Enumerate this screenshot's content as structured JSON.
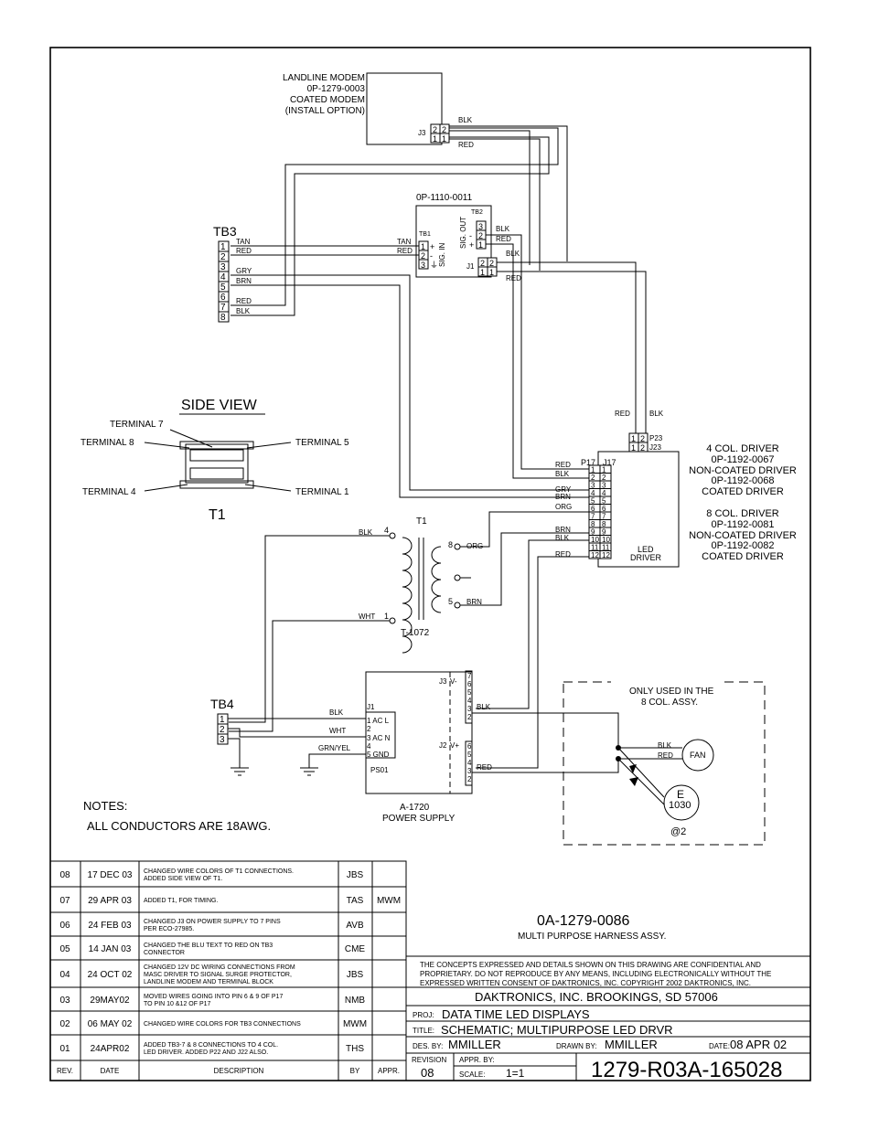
{
  "modem": {
    "lines": [
      "LANDLINE MODEM",
      "0P-1279-0003",
      "COATED MODEM",
      "(INSTALL OPTION)"
    ],
    "connector": "J3",
    "pins": [
      "2",
      "2",
      "1",
      "1"
    ],
    "wires": [
      "BLK",
      "RED"
    ]
  },
  "protector": {
    "part": "0P-1110-0011",
    "tb2": "TB2",
    "tb1": "TB1",
    "sig_out": "SIG. OUT",
    "sig_in": "SIG. IN",
    "j1": "J1",
    "pins": [
      "1",
      "2",
      "3",
      "1",
      "2",
      "3",
      "2",
      "2",
      "1",
      "1"
    ],
    "signs": [
      "+",
      "-",
      "⏚",
      "-",
      "+"
    ],
    "wires": [
      "TAN",
      "RED",
      "BLK",
      "RED",
      "BLK",
      "RED"
    ]
  },
  "tb3": {
    "label": "TB3",
    "pins": [
      "1",
      "2",
      "3",
      "4",
      "5",
      "6",
      "7",
      "8"
    ],
    "wires": [
      "TAN",
      "RED",
      "GRY",
      "BRN",
      "RED",
      "BLK"
    ]
  },
  "side_view": {
    "title": "SIDE VIEW",
    "t7": "TERMINAL 7",
    "t8": "TERMINAL 8",
    "t5": "TERMINAL 5",
    "t4": "TERMINAL 4",
    "t1": "TERMINAL 1",
    "name": "T1"
  },
  "transformer": {
    "name": "T1",
    "part": "T-1072",
    "pins": [
      "4",
      "1",
      "8",
      "5"
    ],
    "wires": [
      "BLK",
      "WHT",
      "ORG",
      "BRN"
    ]
  },
  "driver": {
    "p23_wires": [
      "RED",
      "BLK"
    ],
    "p23": "P23",
    "j23": "J23",
    "p23_pins": [
      "1",
      "2",
      "1",
      "2"
    ],
    "p17": "P17",
    "j17": "J17",
    "pins": [
      "1",
      "2",
      "3",
      "4",
      "5",
      "6",
      "7",
      "8",
      "9",
      "10",
      "11",
      "12"
    ],
    "wires": [
      "RED",
      "BLK",
      "GRY",
      "BRN",
      "ORG",
      "BRN",
      "BLK",
      "RED"
    ],
    "name": [
      "LED",
      "DRIVER"
    ],
    "desc": [
      "4 COL. DRIVER",
      "0P-1192-0067",
      "NON-COATED DRIVER",
      "0P-1192-0068",
      "COATED DRIVER",
      "8 COL. DRIVER",
      "0P-1192-0081",
      "NON-COATED DRIVER",
      "0P-1192-0082",
      "COATED DRIVER"
    ]
  },
  "tb4": {
    "label": "TB4",
    "pins": [
      "1",
      "2",
      "3"
    ],
    "wires": [
      "BLK",
      "WHT",
      "GRN/YEL"
    ]
  },
  "power_supply": {
    "j1": "J1",
    "j1_pins": [
      "1 AC L",
      "2",
      "3 AC N",
      "4",
      "5 GND"
    ],
    "ps": "PS01",
    "j3": "J3",
    "j3_label": "V-",
    "j3_pins": [
      "7",
      "6",
      "5",
      "4",
      "3",
      "2"
    ],
    "j2": "J2",
    "j2_label": "V+",
    "j2_pins": [
      "6",
      "5",
      "4",
      "3",
      "2"
    ],
    "wires": [
      "BLK",
      "RED"
    ],
    "name": "A-1720",
    "desc": "POWER SUPPLY"
  },
  "fan_box": {
    "title": [
      "ONLY USED IN THE",
      "8 COL. ASSY."
    ],
    "wires": [
      "BLK",
      "RED"
    ],
    "fan": "FAN",
    "part_letter": "E",
    "part_num": "1030",
    "qty": "@2"
  },
  "notes": {
    "title": "NOTES:",
    "text": "ALL CONDUCTORS ARE 18AWG."
  },
  "revisions": [
    {
      "rev": "08",
      "date": "17 DEC 03",
      "desc": [
        "CHANGED WIRE COLORS OF T1 CONNECTIONS.",
        "ADDED SIDE VIEW OF T1."
      ],
      "by": "JBS",
      "appr": ""
    },
    {
      "rev": "07",
      "date": "29 APR 03",
      "desc": [
        "ADDED T1, FOR TIMING."
      ],
      "by": "TAS",
      "appr": "MWM"
    },
    {
      "rev": "06",
      "date": "24 FEB 03",
      "desc": [
        "CHANGED J3 ON POWER SUPPLY TO 7 PINS",
        "PER ECO-27985."
      ],
      "by": "AVB",
      "appr": ""
    },
    {
      "rev": "05",
      "date": "14 JAN 03",
      "desc": [
        "CHANGED THE BLU TEXT TO RED ON TB3",
        "CONNECTOR"
      ],
      "by": "CME",
      "appr": ""
    },
    {
      "rev": "04",
      "date": "24 OCT 02",
      "desc": [
        "CHANGED 12V DC WIRING CONNECTIONS FROM",
        "MASC DRIVER TO SIGNAL SURGE PROTECTOR,",
        "LANDLINE MODEM AND TERMINAL BLOCK"
      ],
      "by": "JBS",
      "appr": ""
    },
    {
      "rev": "03",
      "date": "29MAY02",
      "desc": [
        "MOVED WIRES GOING INTO PIN 6 & 9 OF P17",
        "TO PIN 10 &12 OF P17"
      ],
      "by": "NMB",
      "appr": ""
    },
    {
      "rev": "02",
      "date": "06 MAY 02",
      "desc": [
        "CHANGED WIRE COLORS FOR TB3 CONNECTIONS"
      ],
      "by": "MWM",
      "appr": ""
    },
    {
      "rev": "01",
      "date": "24APR02",
      "desc": [
        "ADDED TB3-7 & 8 CONNECTIONS TO 4 COL.",
        "LED DRIVER.  ADDED P22 AND J22 ALSO."
      ],
      "by": "THS",
      "appr": ""
    }
  ],
  "revisions_header": {
    "rev": "REV.",
    "date": "DATE",
    "desc": "DESCRIPTION",
    "by": "BY",
    "appr": "APPR."
  },
  "title_block": {
    "drawing_name": "0A-1279-0086",
    "drawing_desc": "MULTI PURPOSE HARNESS ASSY.",
    "confidential": [
      "THE CONCEPTS  EXPRESSED  AND  DETAILS SHOWN ON THIS DRAWING ARE CONFIDENTIAL AND",
      "PROPRIETARY.  DO NOT REPRODUCE BY ANY MEANS, INCLUDING ELECTRONICALLY WITHOUT THE",
      "EXPRESSED WRITTEN CONSENT OF DAKTRONICS, INC.        COPYRIGHT 2002 DAKTRONICS, INC."
    ],
    "company": "DAKTRONICS, INC.   BROOKINGS, SD 57006",
    "proj_label": "PROJ:",
    "proj": "DATA TIME LED DISPLAYS",
    "title_label": "TITLE:",
    "title": "SCHEMATIC; MULTIPURPOSE LED DRVR",
    "des_label": "DES. BY:",
    "des": "MMILLER",
    "drawn_label": "DRAWN BY:",
    "drawn": "MMILLER",
    "date_label": "DATE:",
    "date": "08 APR 02",
    "revision_label": "REVISION",
    "revision": "08",
    "appr_label": "APPR. BY:",
    "scale_label": "SCALE:",
    "scale": "1=1",
    "number": "1279-R03A-165028"
  }
}
